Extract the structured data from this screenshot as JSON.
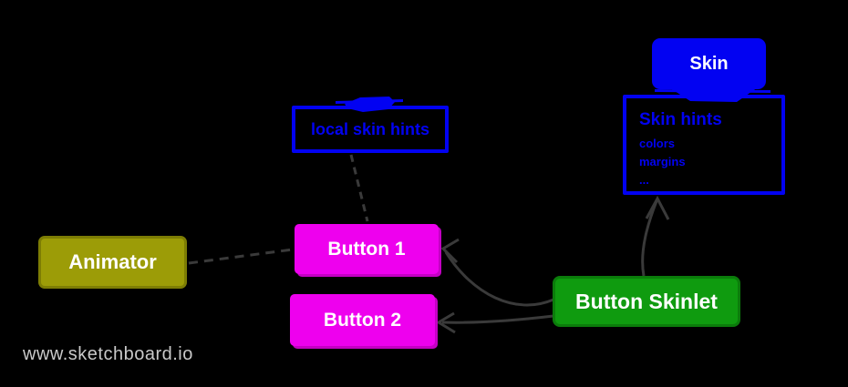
{
  "canvas": {
    "background": "#000000",
    "watermark": "www.sketchboard.io",
    "watermark_color": "#c9c9c9"
  },
  "palette": {
    "blue": "#0202f2",
    "magenta": "#ee00ee",
    "olive": "#9c9c07",
    "olive_border": "#7d7d04",
    "green": "#0f9b0f",
    "green_border": "#0b7c0b",
    "connector_gray": "#3a3a3a",
    "label_white": "#ffffff"
  },
  "nodes": {
    "skin": {
      "label": "Skin"
    },
    "skin_hints": {
      "title": "Skin hints",
      "items": [
        "colors",
        "margins",
        "..."
      ]
    },
    "local_skin_hints": {
      "label": "local skin hints"
    },
    "animator": {
      "label": "Animator"
    },
    "button1": {
      "label": "Button 1"
    },
    "button2": {
      "label": "Button 2"
    },
    "button_skinlet": {
      "label": "Button Skinlet"
    }
  },
  "connectors": [
    {
      "from": "animator",
      "to": "button1",
      "style": "dashed",
      "arrow": false
    },
    {
      "from": "local-skin-hints",
      "to": "button1",
      "style": "dashed",
      "arrow": false
    },
    {
      "from": "button-skinlet",
      "to": "button1",
      "style": "solid",
      "arrow": true
    },
    {
      "from": "button-skinlet",
      "to": "button2",
      "style": "solid",
      "arrow": true
    },
    {
      "from": "button-skinlet",
      "to": "skin-hints",
      "style": "solid",
      "arrow": true
    },
    {
      "from": "skin",
      "to": "skin-hints",
      "style": "filled-tab",
      "arrow": false
    }
  ]
}
